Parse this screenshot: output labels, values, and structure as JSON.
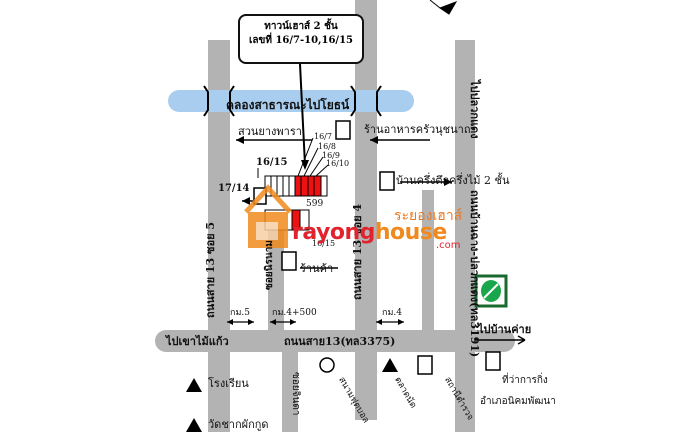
{
  "callout": {
    "line1": "ทาวน์เฮาส์ 2 ชั้น",
    "line2": "เลขที่ 16/7-10,16/15"
  },
  "canal": {
    "label": "คลองสาธารณะไปโยธน์"
  },
  "places": {
    "garden": "สวนยางพารา",
    "restaurant": "ร้านอาหารครัวนุชนาถ",
    "house_label": "บ้านครึ่งตึกครึ่งไม้ 2 ชั้น",
    "shop": "ร้านค้า",
    "school": "โรงเรียน",
    "temple": "วัดชากผักกูด",
    "district_office": "ที่ว่าการกิ่ง",
    "district_office2": "อำเภอนิคมพัฒนา"
  },
  "unit_numbers": [
    "16/7",
    "16/8",
    "16/9",
    "16/10",
    "16/15",
    "17/14",
    "16/15",
    "599"
  ],
  "roads": {
    "soi5": "ถนนสาย 13 ซอย 5",
    "soi4": "ถนนสาย 13 ซอย 4",
    "main": "ถนนสาย13(ทล3375)",
    "right": "ถนนบ้านฉาง-ปลวกแดง(ทล3191)",
    "soi_nameless": "ซอยนิรนาม",
    "soi_bottom": "ซอยจินดา"
  },
  "directions": {
    "to_pluakdaeng": "ไปปลวกแดง",
    "to_khaomaikaeo": "ไปเขาไม้แก้ว",
    "to_bankhai": "ไปบ้านค่าย"
  },
  "km_marks": [
    "กม.5",
    "กม.4+500",
    "กม.4"
  ],
  "labels_bottom": [
    "สนามฟุตบอล",
    "ตลาดนัด",
    "สถานีตำรวจ"
  ],
  "watermark": {
    "thai": "ระยองเฮาส์",
    "brand_a": "rayong",
    "brand_b": "house",
    "domain": ".com"
  },
  "colors": {
    "road": "#b3b3b3",
    "canal": "#a9cdee",
    "highlight": "#ee1111",
    "brand_orange": "#f08a1e",
    "brand_red": "#e0242e",
    "green": "#1aa64a"
  }
}
